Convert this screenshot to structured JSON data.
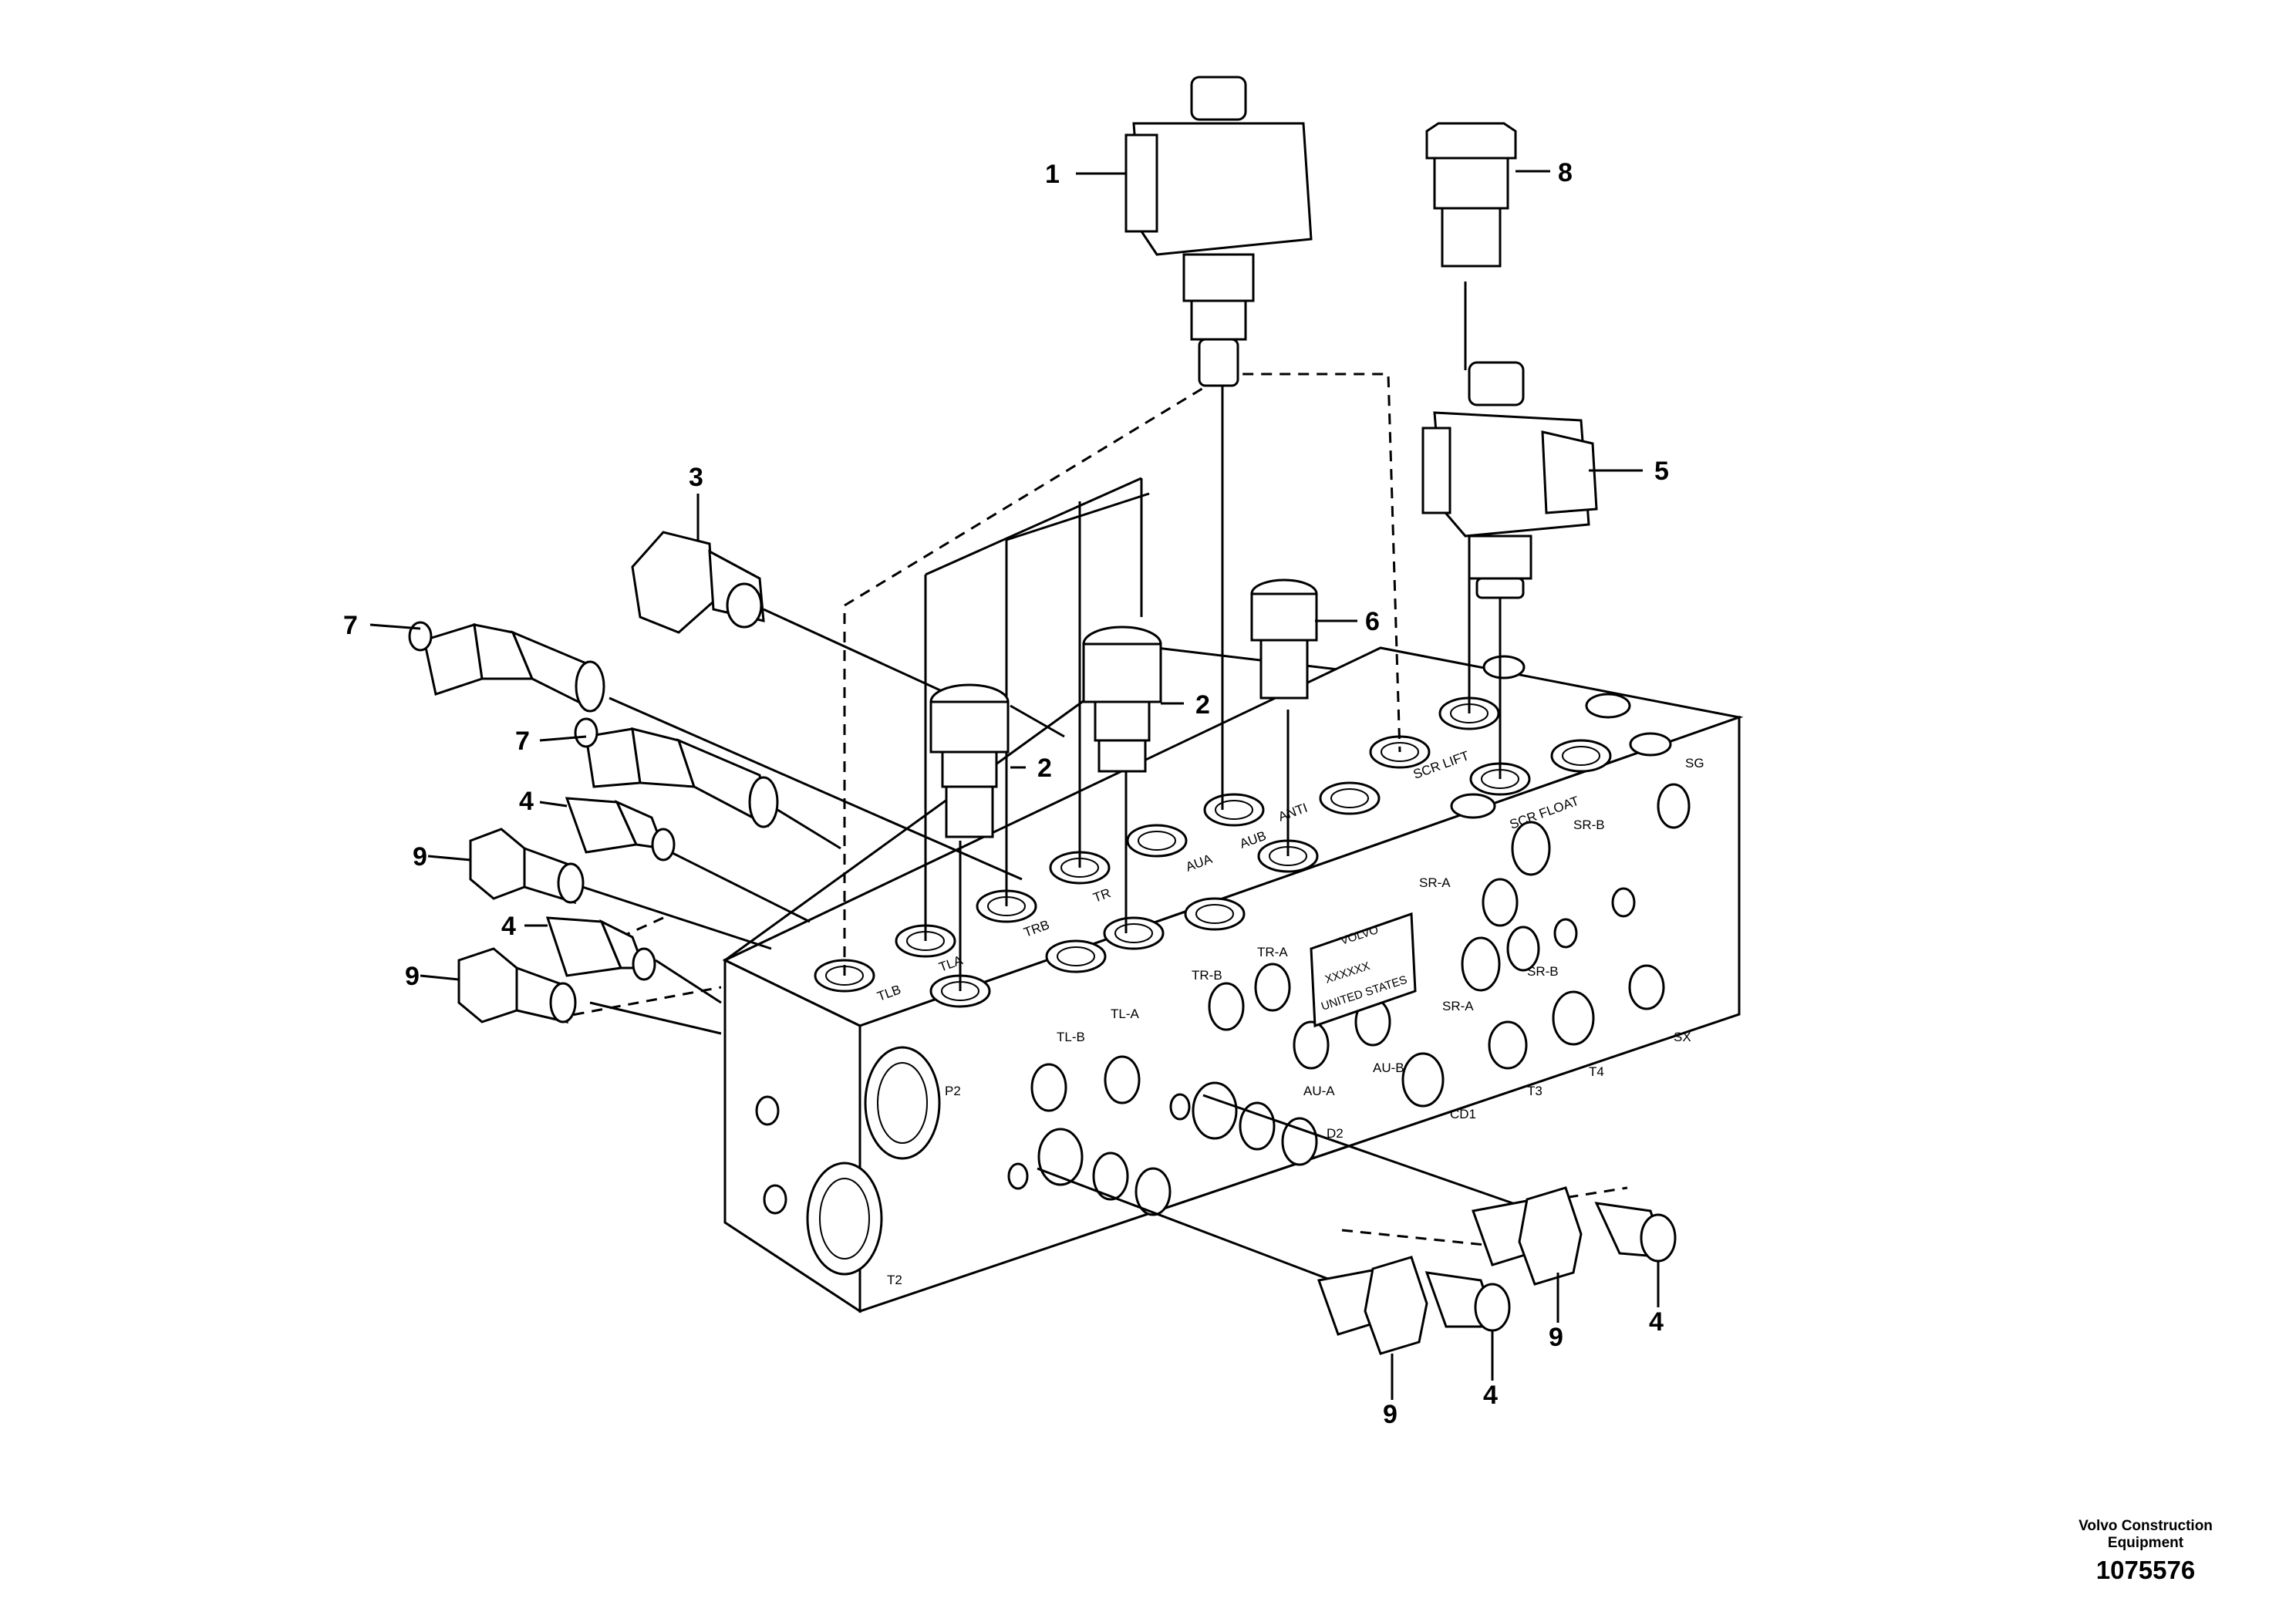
{
  "callouts": {
    "c1": "1",
    "c2a": "2",
    "c2b": "2",
    "c3": "3",
    "c4a": "4",
    "c4b": "4",
    "c4c": "4",
    "c4d": "4",
    "c5": "5",
    "c6": "6",
    "c7a": "7",
    "c7b": "7",
    "c8": "8",
    "c9a": "9",
    "c9b": "9",
    "c9c": "9",
    "c9d": "9"
  },
  "ports": {
    "tlb_top": "TLB",
    "tla_top": "TLA",
    "trb_top": "TRB",
    "tra_top": "TR",
    "aua_top": "AUA",
    "aub_top": "AUB",
    "anti_top": "ANTI",
    "scr_lift": "SCR LIFT",
    "scr_float": "SCR FLOAT",
    "sg": "SG",
    "sr_b1": "SR-B",
    "sr_a1": "SR-A",
    "sr_b2": "SR-B",
    "sr_a2": "SR-A",
    "tr_b": "TR-B",
    "tr_a": "TR-A",
    "tl_b": "TL-B",
    "tl_a": "TL-A",
    "au_a": "AU-A",
    "au_b": "AU-B",
    "cd1": "CD1",
    "t3": "T3",
    "t4": "T4",
    "sx": "SX",
    "p2": "P2",
    "t2": "T2",
    "d2": "D2"
  },
  "plate": {
    "brand": "VOLVO",
    "serial": "XXXXXX",
    "origin": "UNITED STATES"
  },
  "footer": {
    "company": "Volvo Construction Equipment",
    "doc_number": "1075576"
  }
}
